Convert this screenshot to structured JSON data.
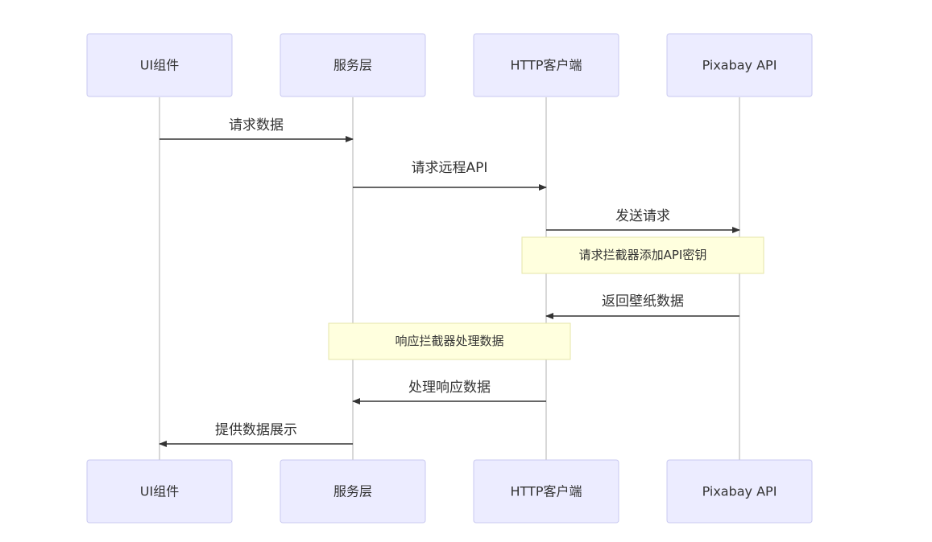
{
  "colors": {
    "actor_fill": "#ECECFF",
    "actor_stroke": "#C9C9F0",
    "lifeline": "#9E9E9E",
    "message": "#333333",
    "note_fill": "#FFFFDE",
    "note_stroke": "#E6E6A8",
    "text": "#333333"
  },
  "actors": [
    "UI组件",
    "服务层",
    "HTTP客户端",
    "Pixabay API"
  ],
  "messages": [
    {
      "from": 0,
      "to": 1,
      "label": "请求数据"
    },
    {
      "from": 1,
      "to": 2,
      "label": "请求远程API"
    },
    {
      "from": 2,
      "to": 3,
      "label": "发送请求"
    },
    {
      "from": 3,
      "to": 2,
      "label": "返回壁纸数据"
    },
    {
      "from": 2,
      "to": 1,
      "label": "处理响应数据"
    },
    {
      "from": 1,
      "to": 0,
      "label": "提供数据展示"
    }
  ],
  "notes": [
    {
      "over": 2,
      "label": "请求拦截器添加API密钥"
    },
    {
      "over": 1,
      "label": "响应拦截器处理数据"
    }
  ]
}
